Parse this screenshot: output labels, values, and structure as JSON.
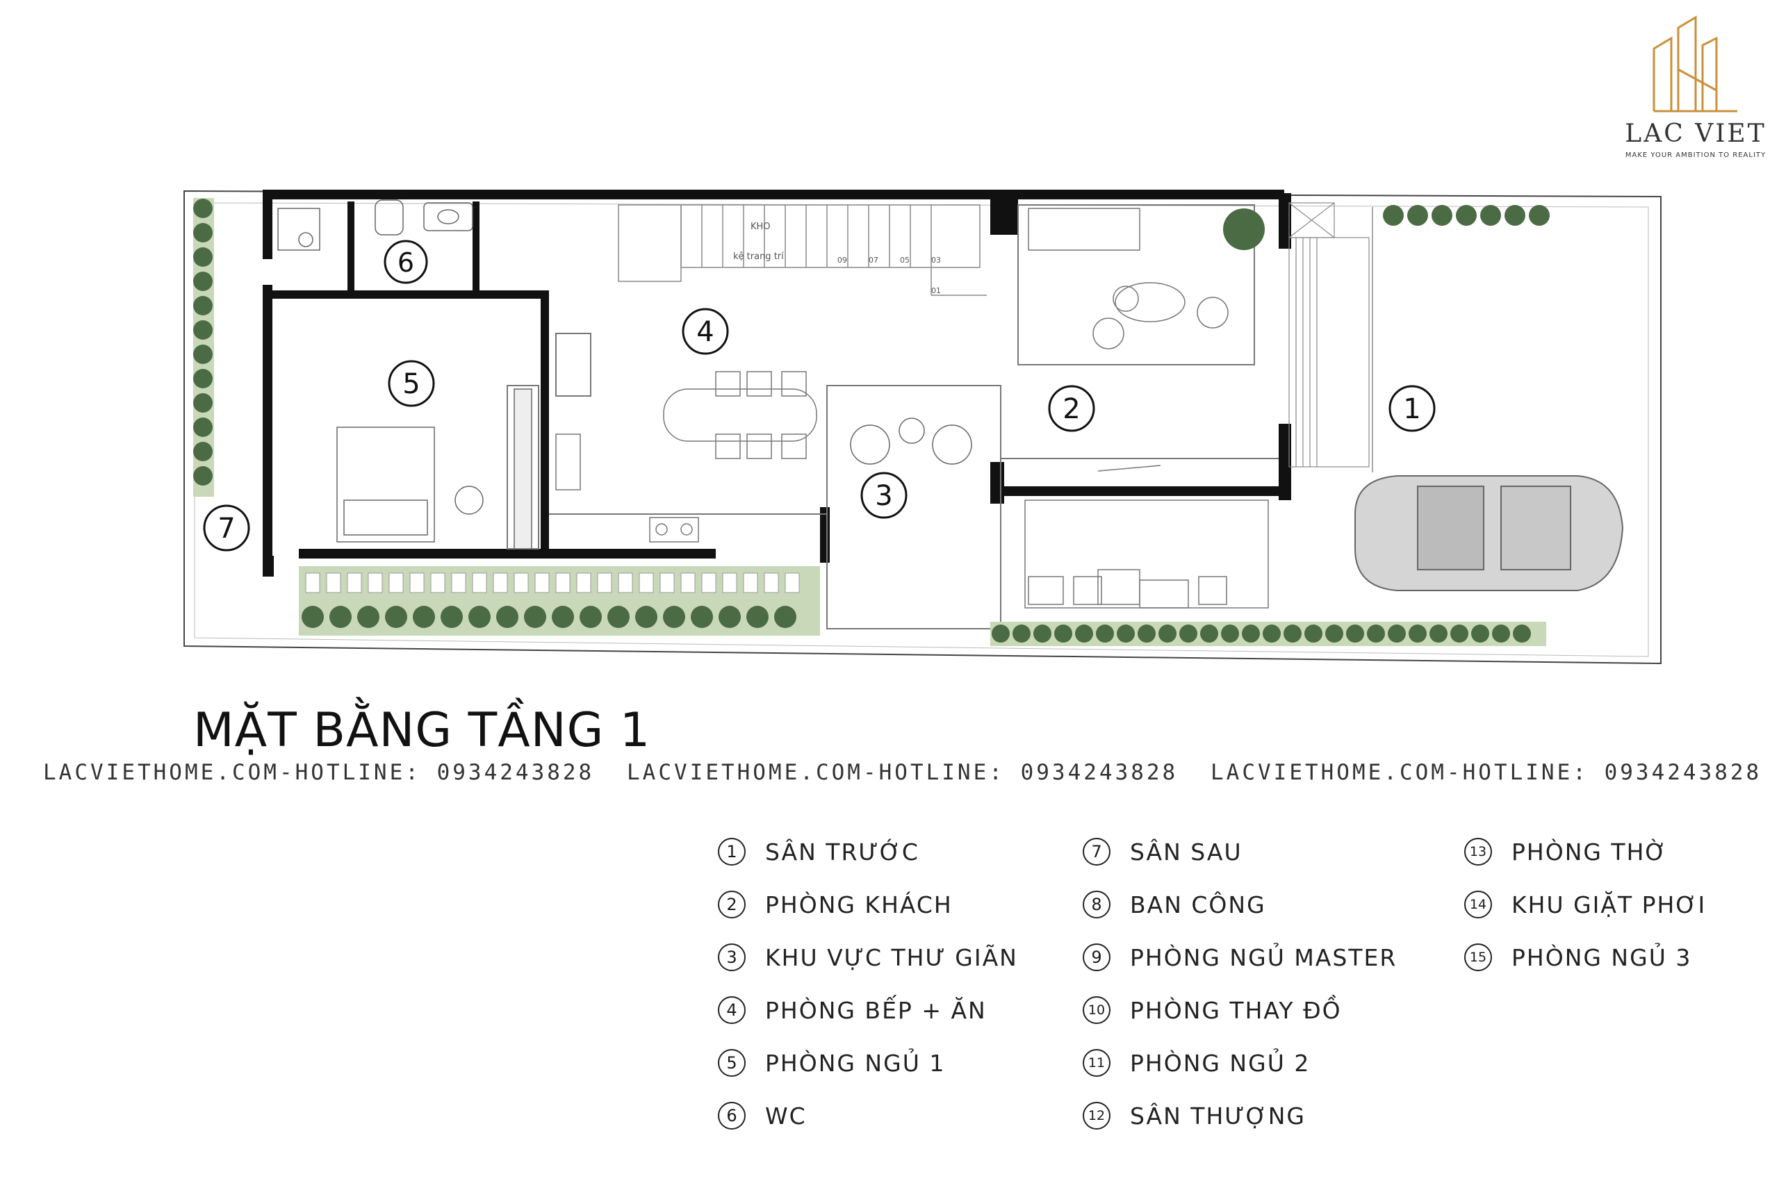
{
  "logo": {
    "brand": "LAC VIET",
    "tagline": "MAKE YOUR AMBITION TO REALITY",
    "accent_color": "#c9913a"
  },
  "plan": {
    "title": "MẶT BẰNG TẦNG 1",
    "room_markers": [
      "1",
      "2",
      "3",
      "4",
      "5",
      "6",
      "7"
    ],
    "annotations": {
      "kho": "KHO",
      "ke_trang_tri": "kệ trang trí",
      "stair_steps": [
        "09",
        "07",
        "05",
        "03",
        "01"
      ]
    },
    "colors": {
      "wall": "#111111",
      "line": "#777777",
      "greenery": "#4b6b44",
      "lawn": "#c9d8b8"
    }
  },
  "watermarks": [
    "LACVIETHOME.COM-HOTLINE: 0934243828",
    "LACVIETHOME.COM-HOTLINE: 0934243828",
    "LACVIETHOME.COM-HOTLINE: 0934243828"
  ],
  "legend": {
    "col1": [
      {
        "num": "1",
        "label": "SÂN TRƯỚC"
      },
      {
        "num": "2",
        "label": "PHÒNG KHÁCH"
      },
      {
        "num": "3",
        "label": "KHU VỰC THƯ GIÃN"
      },
      {
        "num": "4",
        "label": "PHÒNG BẾP + ĂN"
      },
      {
        "num": "5",
        "label": "PHÒNG NGỦ 1"
      },
      {
        "num": "6",
        "label": "WC"
      }
    ],
    "col2": [
      {
        "num": "7",
        "label": "SÂN SAU"
      },
      {
        "num": "8",
        "label": "BAN CÔNG"
      },
      {
        "num": "9",
        "label": "PHÒNG NGỦ MASTER"
      },
      {
        "num": "10",
        "label": "PHÒNG THAY ĐỒ"
      },
      {
        "num": "11",
        "label": "PHÒNG NGỦ 2"
      },
      {
        "num": "12",
        "label": "SÂN THƯỢNG"
      }
    ],
    "col3": [
      {
        "num": "13",
        "label": "PHÒNG THỜ"
      },
      {
        "num": "14",
        "label": "KHU GIẶT PHƠI"
      },
      {
        "num": "15",
        "label": "PHÒNG NGỦ 3"
      }
    ]
  }
}
